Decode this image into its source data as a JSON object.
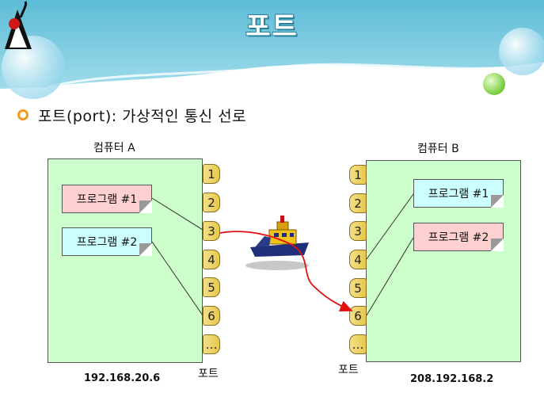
{
  "title": "포트",
  "bullet": "포트(port): 가상적인 통신 선로",
  "computer_a": {
    "label": "컴퓨터 A",
    "ip": "192.168.20.6",
    "programs": [
      "프로그램 #1",
      "프로그램 #2"
    ],
    "ports": [
      "1",
      "2",
      "3",
      "4",
      "5",
      "6",
      "…"
    ]
  },
  "computer_b": {
    "label": "컴퓨터 B",
    "ip": "208.192.168.2",
    "programs": [
      "프로그램 #1",
      "프로그램 #2"
    ],
    "ports": [
      "1",
      "2",
      "3",
      "4",
      "5",
      "6",
      "…"
    ]
  },
  "port_label_a": "포트",
  "port_label_b": "포트",
  "colors": {
    "computer_bg": "#ccffcc",
    "program_pink": "#ffd0d0",
    "program_cyan": "#ccffff",
    "port_fill": "#e8c84a",
    "connection": "#e01010",
    "bullet": "#f29a1f",
    "header_teal": "#6cc6dc"
  },
  "icons": [
    "java-duke-icon",
    "ship-icon",
    "bubble-decoration"
  ]
}
